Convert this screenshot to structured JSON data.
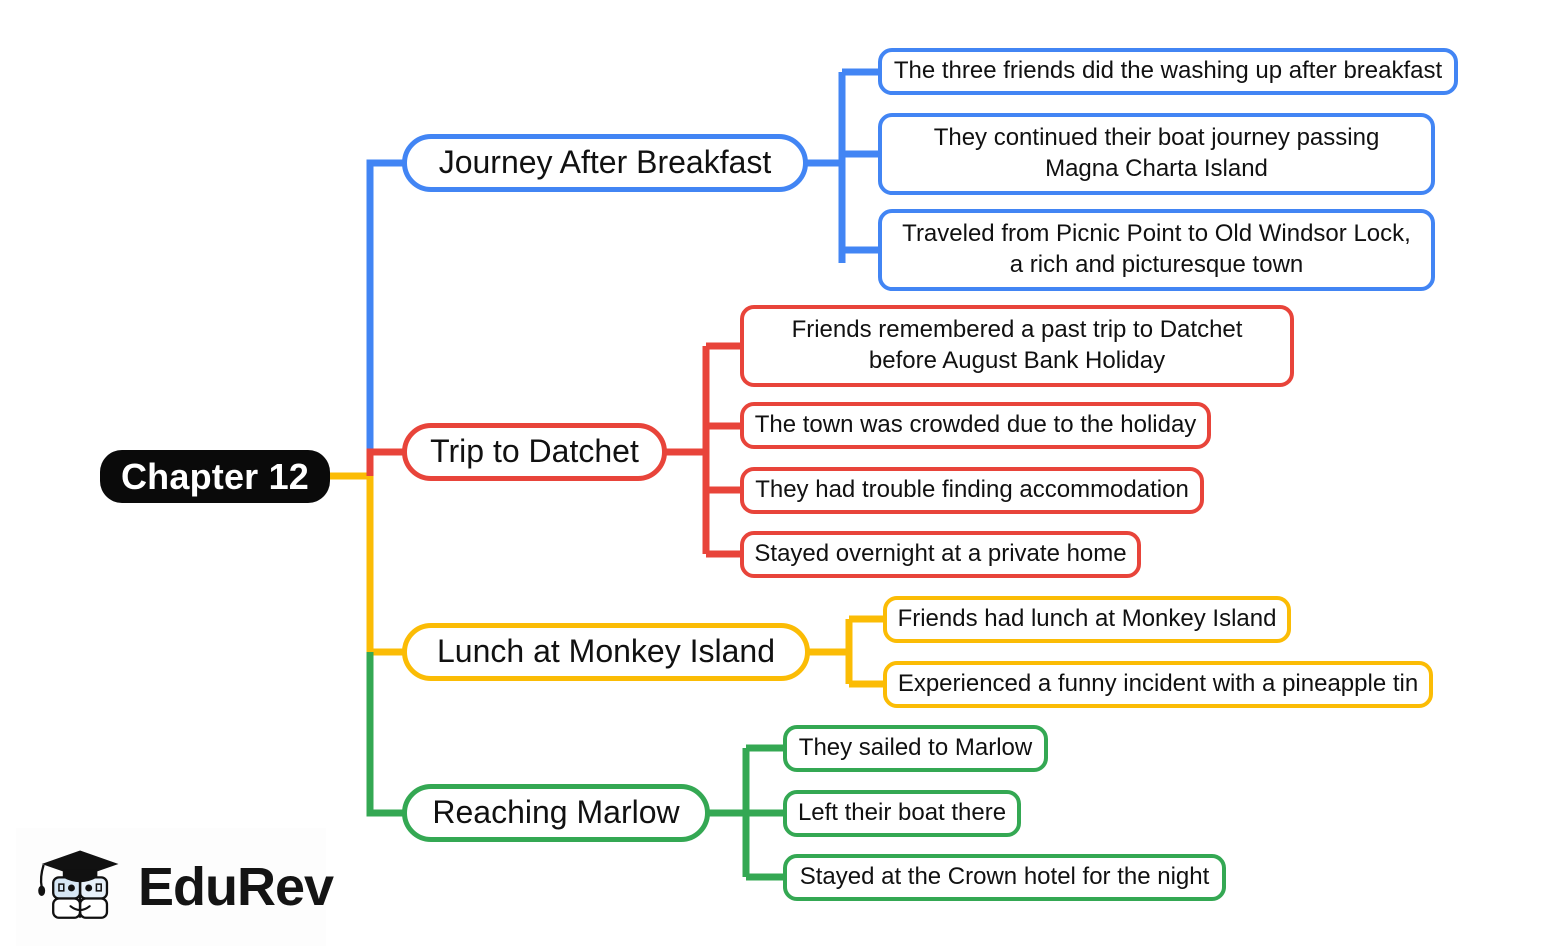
{
  "diagram": {
    "type": "mind-map",
    "title": "Chapter 12",
    "root": {
      "label": "Chapter 12"
    },
    "colors": {
      "blue": "#4285F4",
      "red": "#E8443A",
      "yellow": "#FBBC05",
      "green": "#34A853",
      "root_fill": "#0A0A0A",
      "root_text": "#FFFFFF",
      "node_fill": "#FFFFFF",
      "node_text": "#111111"
    },
    "branches": [
      {
        "label": "Journey After Breakfast",
        "color": "blue",
        "leaves": [
          {
            "text": "The three friends did the washing up after breakfast"
          },
          {
            "text": "They continued their boat journey passing Magna Charta Island"
          },
          {
            "text": "Traveled from Picnic Point to Old Windsor Lock, a rich and picturesque town"
          }
        ]
      },
      {
        "label": "Trip to Datchet",
        "color": "red",
        "leaves": [
          {
            "text": "Friends remembered a past trip to Datchet before August Bank Holiday"
          },
          {
            "text": "The town was crowded due to the holiday"
          },
          {
            "text": "They had trouble finding accommodation"
          },
          {
            "text": "Stayed overnight at a private home"
          }
        ]
      },
      {
        "label": "Lunch at Monkey Island",
        "color": "yellow",
        "leaves": [
          {
            "text": "Friends had lunch at Monkey Island"
          },
          {
            "text": "Experienced a funny incident with a pineapple tin"
          }
        ]
      },
      {
        "label": "Reaching Marlow",
        "color": "green",
        "leaves": [
          {
            "text": "They sailed to Marlow"
          },
          {
            "text": "Left their boat there"
          },
          {
            "text": "Stayed at the Crown hotel for the night"
          }
        ]
      }
    ]
  },
  "logo": {
    "wordmark": "EduRev",
    "icon": "graduation-book-mascot-icon"
  }
}
